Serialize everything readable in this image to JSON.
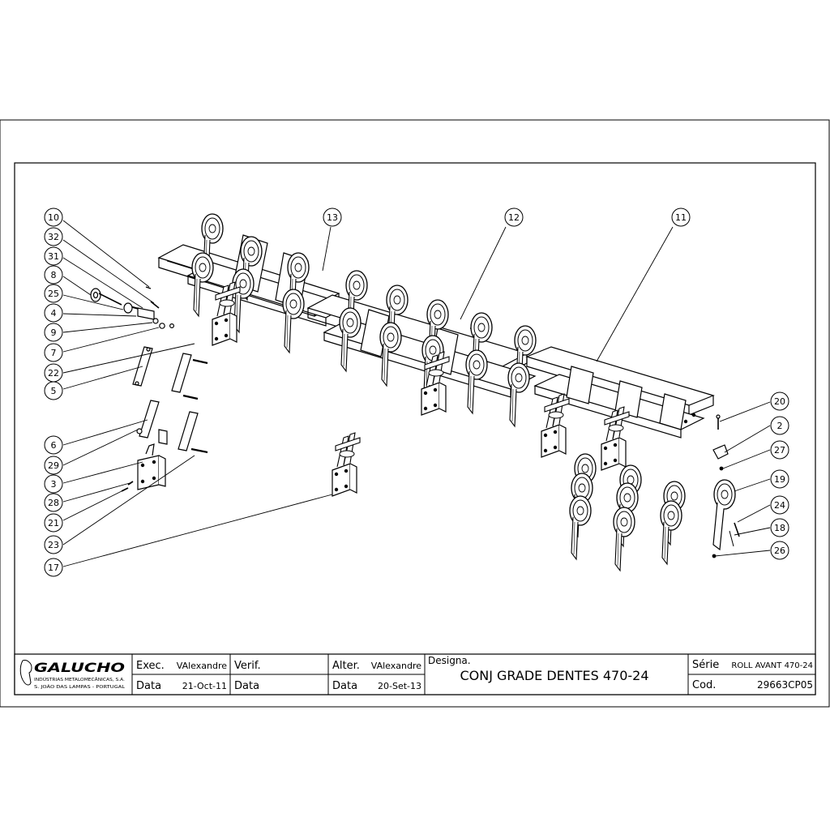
{
  "company": {
    "brand": "GALUCHO",
    "line1": "INDÚSTRIAS METALOMECÂNICAS, S.A.",
    "line2": "S. JOÃO DAS LAMPAS - PORTUGAL"
  },
  "title_block": {
    "exec_label": "Exec.",
    "exec_value": "VAlexandre",
    "exec_date_label": "Data",
    "exec_date": "21-Oct-11",
    "verif_label": "Verif.",
    "verif_date_label": "Data",
    "alter_label": "Alter.",
    "alter_value": "VAlexandre",
    "alter_date_label": "Data",
    "alter_date": "20-Set-13",
    "designa_label": "Designa.",
    "designa_value": "CONJ GRADE DENTES 470-24",
    "serie_label": "Série",
    "serie_value": "ROLL AVANT 470-24",
    "cod_label": "Cod.",
    "cod_value": "29663CP05"
  },
  "balloons": [
    "10",
    "32",
    "31",
    "8",
    "25",
    "4",
    "9",
    "7",
    "22",
    "5",
    "6",
    "29",
    "3",
    "28",
    "21",
    "23",
    "17",
    "13",
    "12",
    "11",
    "20",
    "2",
    "27",
    "19",
    "24",
    "18",
    "26"
  ],
  "colors": {
    "line": "#000000",
    "paper": "#ffffff"
  }
}
